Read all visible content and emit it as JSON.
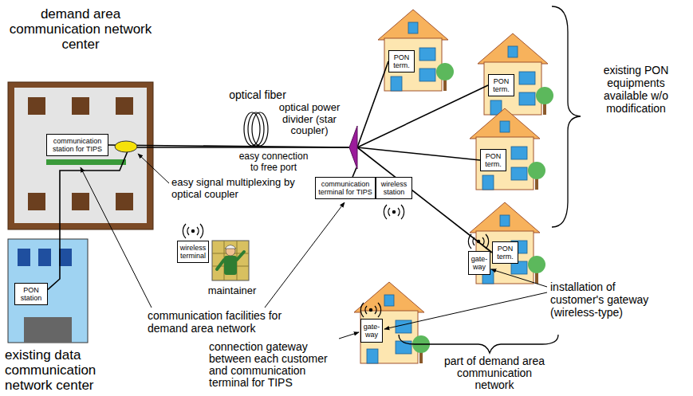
{
  "diagram": {
    "nodes": [
      {
        "text": [
          "demand area communication network center"
        ]
      },
      {
        "text": [
          "communication station for TIPS"
        ],
        "in": 0
      },
      {
        "text": [
          "existing data communication network center"
        ]
      },
      {
        "text": [
          "PON station"
        ],
        "in": 2
      },
      {
        "text": [
          "optical power divider (star coupler)"
        ]
      },
      {
        "text": [
          "communication terminal for TIPS"
        ]
      },
      {
        "text": [
          "wireless station"
        ]
      },
      {
        "text": [
          "PON term."
        ]
      },
      {
        "text": [
          "PON term."
        ]
      },
      {
        "text": [
          "PON term."
        ]
      },
      {
        "text": [
          "PON term."
        ]
      },
      {
        "text": [
          "gate-way"
        ]
      },
      {
        "text": [
          "gate-way"
        ]
      },
      {
        "text": [
          "wireless terminal"
        ]
      }
    ],
    "edges": [
      {
        "from": 1,
        "to": 4,
        "arrow": "none"
      },
      {
        "from": 3,
        "to": 4,
        "arrow": "none"
      },
      {
        "from": 4,
        "to": 7,
        "arrow": "none"
      },
      {
        "from": 4,
        "to": 8,
        "arrow": "none"
      },
      {
        "from": 4,
        "to": 9,
        "arrow": "none"
      },
      {
        "from": 4,
        "to": 10,
        "arrow": "none"
      },
      {
        "from": 4,
        "to": 5,
        "arrow": "none"
      }
    ],
    "labels": [
      "optical fiber",
      "easy signal multiplexing by optical coupler",
      "easy connection to free port",
      "existing PON equipments available w/o modification",
      "communication facilities for demand area network",
      "maintainer",
      "installation of customer's gateway (wireless-type)",
      "connection gateway between each customer and communication terminal for TIPS",
      "part of demand area communication network"
    ]
  }
}
